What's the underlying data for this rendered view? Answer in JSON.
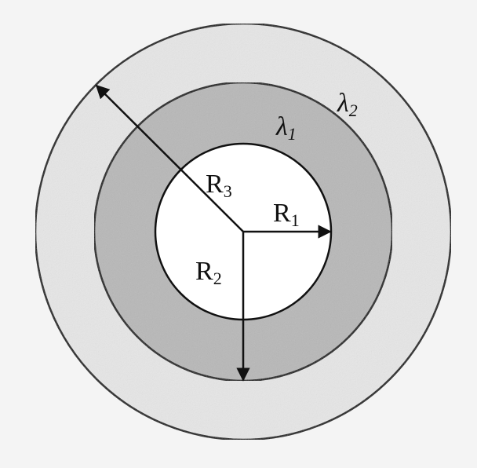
{
  "colors": {
    "background": "#f4f4f4",
    "outer_ring": "#e6e6e6",
    "middle_ring": "#b8b8b8",
    "inner_disk": "#ffffff",
    "stroke": "#111111"
  },
  "labels": {
    "lambda2": {
      "base": "λ",
      "sub": "2"
    },
    "lambda1": {
      "base": "λ",
      "sub": "1"
    },
    "r3": {
      "base": "R",
      "sub": "3"
    },
    "r1": {
      "base": "R",
      "sub": "1"
    },
    "r2": {
      "base": "R",
      "sub": "2"
    }
  }
}
